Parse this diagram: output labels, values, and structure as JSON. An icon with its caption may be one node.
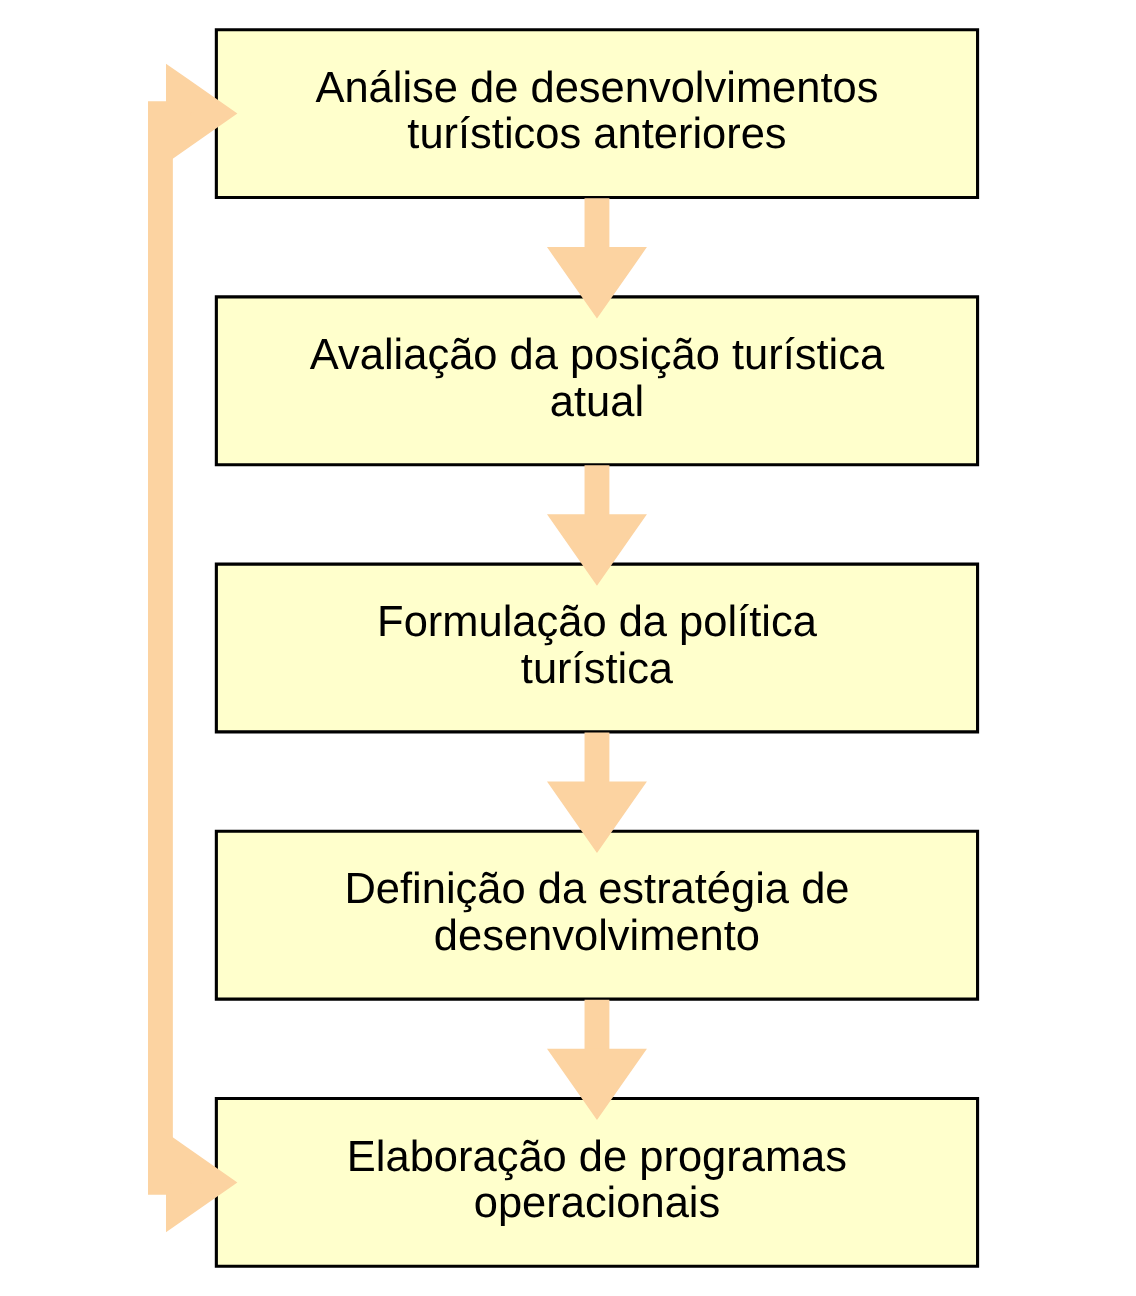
{
  "diagram": {
    "nodes": [
      {
        "text": [
          "Análise de desenvolvimentos turísticos anteriores"
        ]
      },
      {
        "text": [
          "Avaliação da posição turística atual"
        ]
      },
      {
        "text": [
          "Formulação da política turística"
        ]
      },
      {
        "text": [
          "Definição da estratégia de desenvolvimento"
        ]
      },
      {
        "text": [
          "Elaboração de programas operacionais"
        ]
      }
    ],
    "edges": [
      {
        "from": 0,
        "to": 1,
        "arrow": "to"
      },
      {
        "from": 1,
        "to": 2,
        "arrow": "to"
      },
      {
        "from": 2,
        "to": 3,
        "arrow": "to"
      },
      {
        "from": 3,
        "to": 4,
        "arrow": "to"
      },
      {
        "from": 4,
        "to": 0,
        "arrow": "both"
      }
    ]
  }
}
